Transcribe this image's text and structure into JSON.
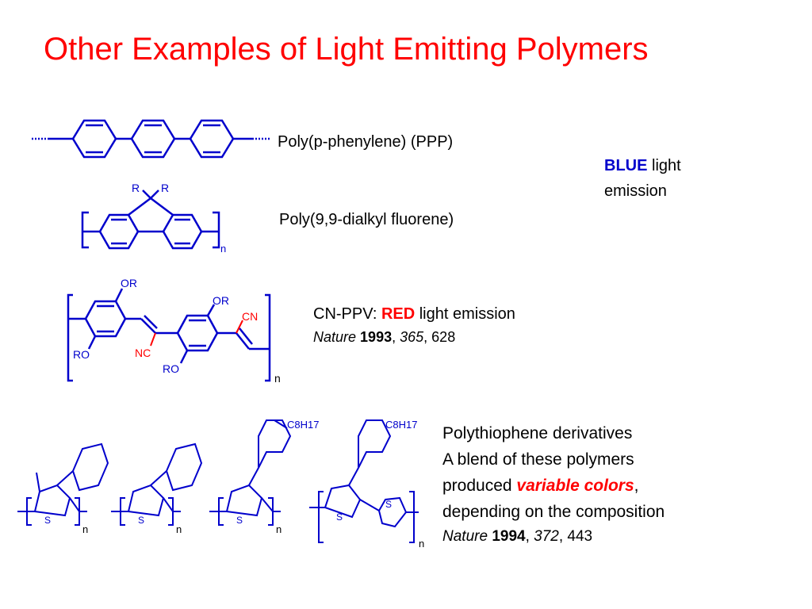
{
  "title": "Other Examples of Light Emitting Polymers",
  "ppp": {
    "name": "Poly(p-phenylene) (PPP)"
  },
  "fluorene": {
    "name": "Poly(9,9-dialkyl fluorene)",
    "sub_r1": "R",
    "sub_r2": "R",
    "n": "n"
  },
  "blue_note": {
    "accent": "BLUE",
    "rest": " light",
    "line2": "emission"
  },
  "cnppv": {
    "label": "CN-PPV:  ",
    "accent": "RED",
    "rest": " light emission",
    "journal": "Nature",
    "year": "1993",
    "volume": "365",
    "page": "628",
    "groups": {
      "or1": "OR",
      "or2": "OR",
      "ro1": "RO",
      "ro2": "RO",
      "cn1": "CN",
      "cn2": "NC",
      "n": "n"
    }
  },
  "thiophene": {
    "line1": "Polythiophene derivatives",
    "line2": "A blend of these polymers",
    "line3_prefix": "produced ",
    "line3_accent": "variable colors",
    "line3_suffix": ",",
    "line4": "depending on the composition",
    "journal": "Nature",
    "year": "1994",
    "volume": "372",
    "page": "443",
    "labels": {
      "s": "S",
      "n": "n",
      "c8h17": "C8H17"
    }
  },
  "colors": {
    "title": "#ff0000",
    "structure": "#0000cc",
    "accent_red": "#ff0000",
    "accent_blue": "#0000cc"
  }
}
